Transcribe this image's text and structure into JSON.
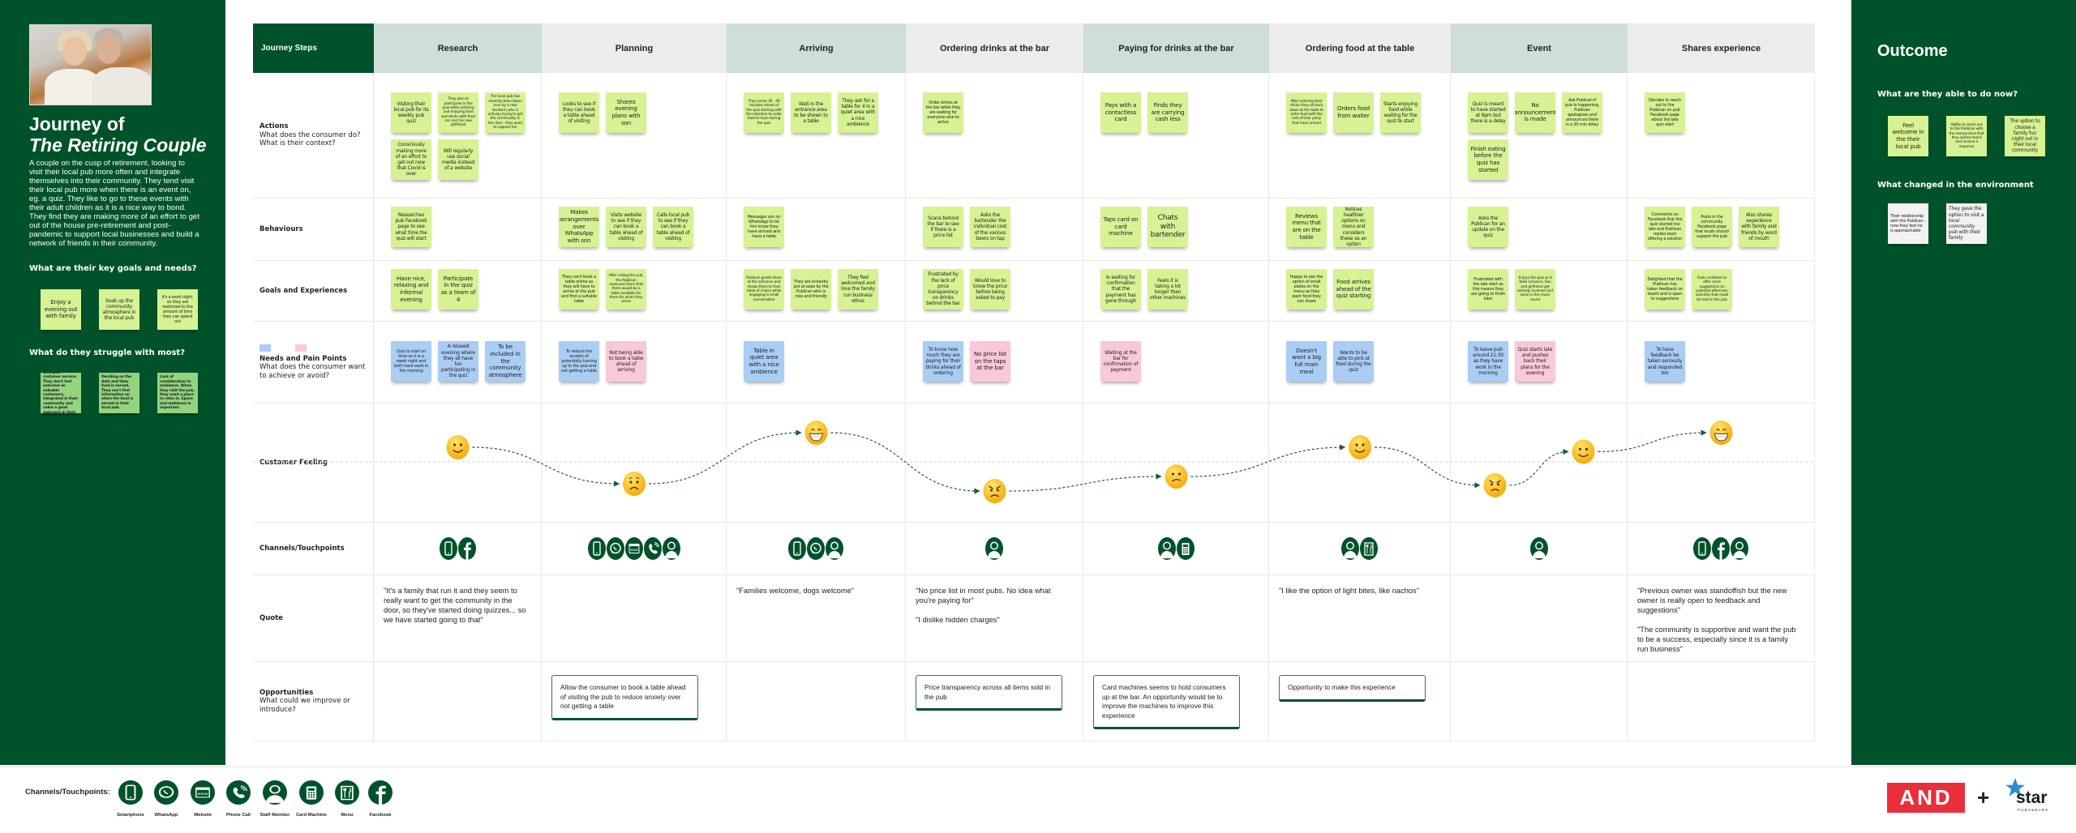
{
  "persona": {
    "title_line1": "Journey of",
    "title_line2": "The Retiring Couple",
    "description": "A couple on the cusp of retirement, looking to visit their local pub more often and integrate themselves into their community. They tend visit their local pub more when there is an event on, eg. a quiz. They like to go to these events with their adult children as it is a nice way to bond. They find they are making more of an effort to get out of the house pre-retirement and post-pandemic to support local businesses and build a network of friends in their community.",
    "goals_heading": "What are their key goals and needs?",
    "goals": [
      "Enjoy a evening out with family",
      "Soak up the community atmosphere in the local pub",
      "It's a work night, so they are restricted to the amount of time they can spend out"
    ],
    "struggles_heading": "What do they struggle with most?",
    "struggles": [
      "Bad experiences with poor customer service. They don't feel welcome as valuable customers, integrated in their community and value a good approach in their pub.",
      "Deciding on the date and time food is served. They can't find information on when the food is served in their local pub.",
      "Lack of consideration to ambience. When they visit the pub, they want a place to relax in. Space and ambience is important."
    ]
  },
  "row_labels": [
    {
      "title": "Journey Steps"
    },
    {
      "title": "Actions",
      "subtitle": "What does the consumer do? What is their context?"
    },
    {
      "title": "Behaviours"
    },
    {
      "title": "Goals and Experiences"
    },
    {
      "title": "Needs and Pain Points",
      "subtitle": "What does the consumer want to achieve or avoid?"
    },
    {
      "title": "Customer Feeling"
    },
    {
      "title": "Channels/Touchpoints"
    },
    {
      "title": "Quote"
    },
    {
      "title": "Opportunities",
      "subtitle": "What could we improve or introduce?"
    }
  ],
  "colors": {
    "brand_green": "#00522b",
    "sticky_green": "#d6f292",
    "need_blue": "#a9cdf5",
    "pain_pink": "#f9c8da"
  },
  "steps": [
    {
      "name": "Research",
      "actions": [
        "Visiting their local pub for its weekly pub quiz",
        "They plan to participate in the quiz while ordering and enjoying food and drinks with their son and his new girlfriend",
        "The local pub has recently been taken over by a new landlord, who is actively trying to get the community in the door - they want to support her",
        "Consciously making more of an effort to get out now that Covid is over",
        "Will regularly use social media instead of a website"
      ],
      "behaviours": [
        "Researches pub Facebook page to see what time the quiz will start"
      ],
      "goals": [
        "Have nice, relaxing and informal evening",
        "Participate in the quiz as a team of 4"
      ],
      "needs": [
        {
          "type": "need",
          "text": "Quiz to start on time as it is a week night and both have work in the morning"
        },
        {
          "type": "need",
          "text": "A relaxed evening where they all have fun participating in the quiz"
        },
        {
          "type": "need",
          "text": "To be included in the community atmosphere"
        }
      ],
      "feelings": [
        {
          "emoji": "smiling",
          "level": 1
        }
      ],
      "channels": [
        "smartphone",
        "facebook"
      ],
      "quote": "\"It's a family that run it and they seem to really want to get the community in the door, so they've started doing quizzes... so we have started going to that\"",
      "opportunity": null
    },
    {
      "name": "Planning",
      "actions": [
        "Looks to see if they can book a table ahead of visiting",
        "Shares evening plans with son"
      ],
      "behaviours": [
        "Makes arrangements over WhatsApp with son",
        "Visits website to see if they can book a table ahead of visiting",
        "Calls local pub to see if they can book a table ahead of visiting"
      ],
      "goals": [
        "They can't book a table online so they will have to arrive at the pub and find a suitable table",
        "After calling the pub, the Publican reassures them that there would be a table available for them for when they arrive"
      ],
      "needs": [
        {
          "type": "need",
          "text": "To reduce the anxiety of potentially turning up to the pub and not getting a table"
        },
        {
          "type": "pain",
          "text": "Not being able to book a table ahead of arriving"
        }
      ],
      "feelings": [
        {
          "emoji": "frowning",
          "level": -1.5
        }
      ],
      "channels": [
        "smartphone",
        "whatsapp",
        "website",
        "phone-call",
        "staff-member"
      ],
      "quote": "",
      "opportunity": "Allow the consumer to book a table ahead of visiting the pub to reduce anxiety over not getting a table"
    },
    {
      "name": "Arriving",
      "actions": [
        "They arrive 30 - 40 minutes ahead of the quiz starting with the intention to order food to have during the quiz",
        "Wait in the entrance area to be shown to a table",
        "They ask for a table for 4 in a quiet area with a nice ambience"
      ],
      "behaviours": [
        "Messages son on WhatsApp to let him know they have arrived and have a table"
      ],
      "goals": [
        "Publican greets them at the entrance and shows them to their table of choice while engaging in small conversation",
        "They are instantly put at ease by the Publican who is nice and friendly",
        "They feel welcomed and love the family run business ethos"
      ],
      "needs": [
        {
          "type": "need",
          "text": "Table in quiet area with a nice ambience"
        }
      ],
      "feelings": [
        {
          "emoji": "grinning",
          "level": 2
        }
      ],
      "channels": [
        "smartphone",
        "whatsapp",
        "staff-member"
      ],
      "quote": "\"Families welcome, dogs welcome\"",
      "opportunity": null
    },
    {
      "name": "Ordering drinks at the bar",
      "actions": [
        "Order drinks at the bar while they are waiting for everyone else to arrive"
      ],
      "behaviours": [
        "Scans behind the bar to see if there is a price list",
        "Asks the bartender the individual cost of the various beers on tap"
      ],
      "goals": [
        "Frustrated by the lack of price transparency on drinks behind the bar",
        "Would love to know the price before being asked to pay"
      ],
      "needs": [
        {
          "type": "need",
          "text": "To know how much they are paying for their drinks ahead of ordering"
        },
        {
          "type": "pain",
          "text": "No price list on the taps at the bar"
        }
      ],
      "feelings": [
        {
          "emoji": "angry",
          "level": -2
        }
      ],
      "channels": [
        "staff-member"
      ],
      "quote": "\"No price list in most pubs. No idea what you're paying for\"\n\n\"I dislike hidden charges\"",
      "opportunity": "Price transparency across all items sold in the pub"
    },
    {
      "name": "Paying for drinks at the bar",
      "actions": [
        "Pays with a contactless card",
        "Finds they are carrying cash less"
      ],
      "behaviours": [
        "Taps card on card machine",
        "Chats with bartender"
      ],
      "goals": [
        "Is waiting for confirmation that the payment has gone through",
        "Feels it is taking a lot longer than other machines"
      ],
      "needs": [
        {
          "type": "pain",
          "text": "Waiting at the bar for confirmation of payment"
        }
      ],
      "feelings": [
        {
          "emoji": "confused",
          "level": -1
        }
      ],
      "channels": [
        "staff-member",
        "card-machine"
      ],
      "quote": "",
      "opportunity": "Card machines seems to hold consumers up at the bar. An opportunity would be to improve the machines to improve this experience"
    },
    {
      "name": "Ordering food at the table",
      "actions": [
        "After ordering their drinks they sit back down at the table to order food with the rest of their party that have arrived",
        "Orders food from waiter",
        "Starts enjoying food while waiting for the quiz to start"
      ],
      "behaviours": [
        "Reviews menu that are on the table",
        "Notices healthier options on menu and considers these as an option"
      ],
      "goals": [
        "Happy to see the option of small plates on the menu as they want food they can share",
        "Food arrives ahead of the quiz starting"
      ],
      "needs": [
        {
          "type": "need",
          "text": "Doesn't want a big full main meal"
        },
        {
          "type": "need",
          "text": "Wants to be able to pick at food during the quiz"
        }
      ],
      "feelings": [
        {
          "emoji": "smiling",
          "level": 1
        }
      ],
      "channels": [
        "staff-member",
        "menu"
      ],
      "quote": "\"I like the option of light bites, like nachos\"",
      "opportunity": "Opportunity to make this experience"
    },
    {
      "name": "Event",
      "actions": [
        "Quiz is meant to have started at 8pm but there is a delay",
        "No announcement is made",
        "Ask Publican if quiz is happening. Publican apologises and announces there is a 30 min delay",
        "Finish eating before the quiz has started"
      ],
      "behaviours": [
        "Asks the Publican for an update on the quiz"
      ],
      "goals": [
        "Frustrated with the late start as this means they are going to finish later",
        "Enjoys the quiz as it feels inclusive. Son and girlfriend get actively involved and excel in the music round"
      ],
      "needs": [
        {
          "type": "need",
          "text": "To leave pub around 21:30 as they have work in the morning"
        },
        {
          "type": "pain",
          "text": "Quiz starts late and pushes back their plans for the evening"
        }
      ],
      "feelings": [
        {
          "emoji": "angry",
          "level": -1.6
        },
        {
          "emoji": "smiling",
          "level": 0.7
        }
      ],
      "channels": [
        "staff-member"
      ],
      "quote": "",
      "opportunity": null
    },
    {
      "name": "Shares experience",
      "actions": [
        "Decides to reach out to the Publican on pub Facebook page about the late quiz start"
      ],
      "behaviours": [
        "Comments on Facebook that the quiz started too late and Publican replies back offering a solution",
        "Posts in the community Facebook page that locals should support the pub",
        "Also shares experience with family and friends by word of mouth"
      ],
      "goals": [
        "Delighted that the Publican has taken feedback on board and is open to suggestions",
        "Feels confident to offer more suggestions on potential afternoon activities that could be held in the pub"
      ],
      "needs": [
        {
          "type": "need",
          "text": "To have feedback be taken seriously and responded too"
        }
      ],
      "feelings": [
        {
          "emoji": "grinning",
          "level": 2
        }
      ],
      "channels": [
        "smartphone",
        "facebook",
        "staff-member"
      ],
      "quote": "\"Previous owner was standoffish but the new owner is really open to feedback and suggestions\"\n\n\"The community is supportive and want the pub to be a success, especially since it is a family run business\"",
      "opportunity": null
    }
  ],
  "outcome": {
    "title": "Outcome",
    "able_heading": "What are they able to do now?",
    "able": [
      "Feel welcome in the their local pub",
      "Ability to reach out to the Publican with the reassurance that they will be heard and receive a response",
      "The option to choose a family fun night out in their local community"
    ],
    "changed_heading": "What changed in the environment",
    "changed": [
      "Their relationship with the Publican - now they feel he is approachable",
      "They gave the option to visit a local community pub with their family"
    ]
  },
  "legend": {
    "title": "Channels/Touchpoints:",
    "items": [
      {
        "icon": "smartphone",
        "label": "Smartphone"
      },
      {
        "icon": "whatsapp",
        "label": "WhatsApp"
      },
      {
        "icon": "website",
        "label": "Website"
      },
      {
        "icon": "phone-call",
        "label": "Phone Call"
      },
      {
        "icon": "staff-member",
        "label": "Staff Member"
      },
      {
        "icon": "card-machine",
        "label": "Card Machine"
      },
      {
        "icon": "menu",
        "label": "Menu"
      },
      {
        "icon": "facebook",
        "label": "Facebook"
      }
    ]
  },
  "logos": {
    "partner1": "AND",
    "plus": "+",
    "partner2": "star",
    "partner2_sub": "PUBS&BARS"
  }
}
